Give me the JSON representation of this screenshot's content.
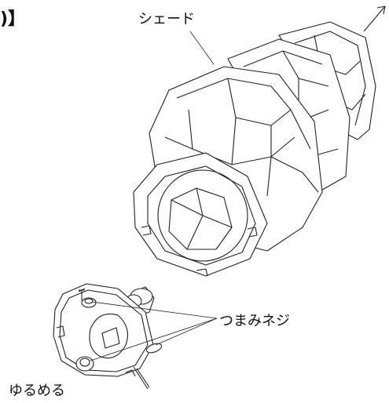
{
  "labels": {
    "corner_fragment": ")】",
    "shade": "シェード",
    "knob_screw": "つまみネジ",
    "loosen": "ゆるめる"
  }
}
